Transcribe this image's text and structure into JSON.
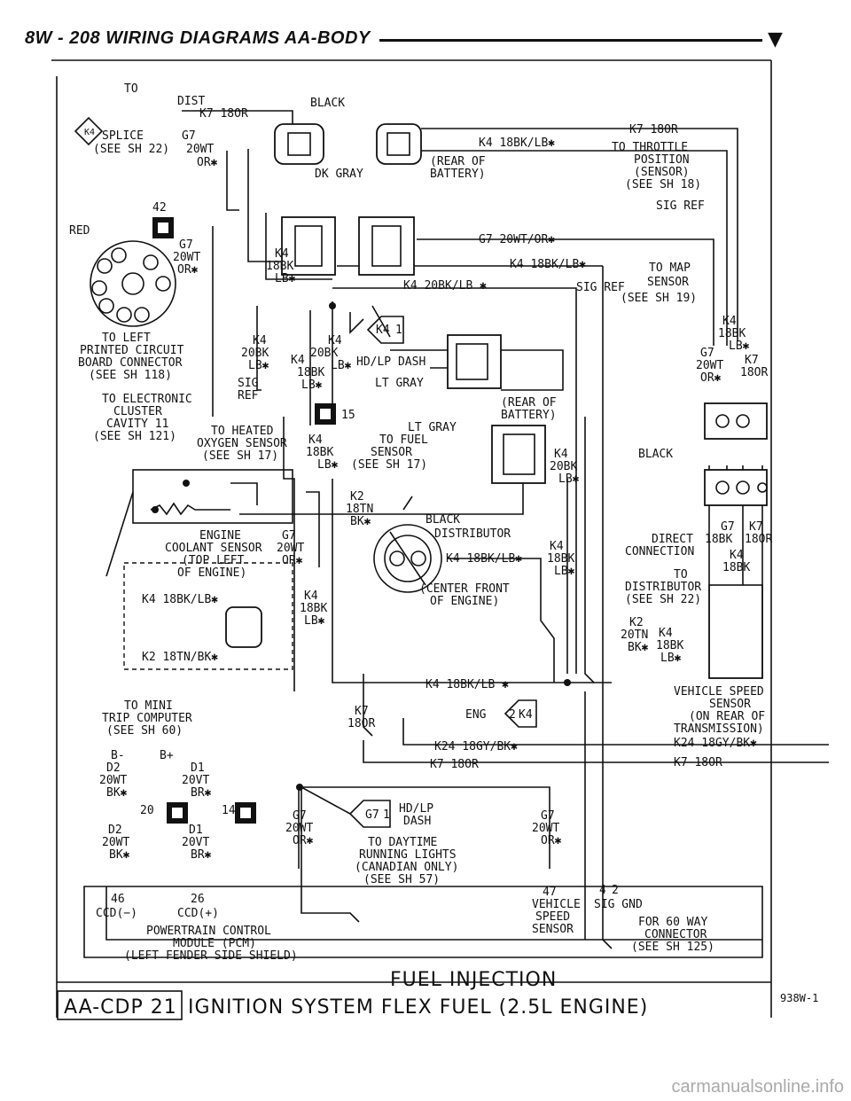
{
  "header": {
    "title": "8W - 208   WIRING DIAGRAMS AA-BODY"
  },
  "labels": {
    "to": "TO",
    "dist": "DIST",
    "k7_18or_top": "K7 18OR",
    "black_top": "BLACK",
    "splice": "SPLICE",
    "see_sh22": "(SEE SH 22)",
    "g7_a": "G7",
    "wt20_a": "20WT",
    "or_a": "OR✱",
    "k4_18bklb_top": "K4 18BK/LB✱",
    "k7_18or_right": "K7 18OR",
    "to_throttle": "TO THROTTLE",
    "position": "POSITION",
    "sensor_p": "(SENSOR)",
    "see_sh18": "(SEE SH 18)",
    "rear_of": "(REAR OF",
    "battery": "BATTERY)",
    "dk_gray": "DK GRAY",
    "sig_ref_a": "SIG REF",
    "n42": "42",
    "g7_20wt_or": "G7 20WT/OR✱",
    "red": "RED",
    "g7_b": "G7",
    "wt20_b": "20WT",
    "or_b": "OR✱",
    "k4_l": "K4",
    "bk18_l": "18BK",
    "lb_l": "LB✱",
    "k4_18bklb_mid": "K4 18BK/LB✱",
    "k4_20bklb": "K4 20BK/LB ✱",
    "to_map": "TO MAP",
    "sig_ref_b": "SIG REF",
    "sensor_b": "SENSOR",
    "see_sh19": "(SEE SH 19)",
    "k4_r": "K4",
    "bk18_r": "18BK",
    "lb_r": "LB✱",
    "to_left": "TO LEFT",
    "printed": "PRINTED CIRCUIT",
    "board": "BOARD CONNECTOR",
    "see_sh118": "(SEE SH 118)",
    "k4_c": "K4",
    "bk20_c": "20BK",
    "lb_c": "LB✱",
    "k4_d": "K4",
    "bk20_d": "20BK",
    "k4_e": "K4",
    "bk18_e": "18BK",
    "lb_e": "LB✱",
    "lb_e2": "LB✱",
    "k4_1": "K4",
    "one": "1",
    "hdlp_dash": "HD/LP DASH",
    "lt_gray_a": "LT GRAY",
    "g7_c": "G7",
    "wt20_c": "20WT",
    "or_c": "OR✱",
    "k7_c": "K7",
    "or18_c": "18OR",
    "sig": "SIG",
    "ref": "REF",
    "to_electronic": "TO ELECTRONIC",
    "cluster": "CLUSTER",
    "cavity11": "CAVITY 11",
    "see_sh121": "(SEE SH 121)",
    "n15": "15",
    "rear_of2": "(REAR OF",
    "battery2": "BATTERY)",
    "lt_gray_b": "LT GRAY",
    "black_r": "BLACK",
    "to_heated": "TO HEATED",
    "oxygen": "OXYGEN SENSOR",
    "see_sh17a": "(SEE SH 17)",
    "k4_f": "K4",
    "to_fuel": "TO FUEL",
    "bk18_f": "18BK",
    "sensor_f": "SENSOR",
    "lb_f": "LB✱",
    "see_sh17b": "(SEE SH 17)",
    "k4_g": "K4",
    "bk20_g": "20BK",
    "lb_g": "LB✱",
    "k2": "K2",
    "tn18": "18TN",
    "bk_k2": "BK✱",
    "black_d": "BLACK",
    "distributor": "DISTRIBUTOR",
    "k4_18bklb_d": "K4 18BK/LB✱",
    "k4_h": "K4",
    "bk18_h": "18BK",
    "lb_h": "LB✱",
    "engine": "ENGINE",
    "coolant": "COOLANT SENSOR",
    "top_left": "(TOP LEFT",
    "of_engine": "OF ENGINE)",
    "g7_d": "G7",
    "wt20_d": "20WT",
    "or_d": "OR✱",
    "center_front": "(CENTER FRONT",
    "of_engine2": "OF ENGINE)",
    "g7_e": "G7",
    "bk18_e2": "18BK",
    "k7_e": "K7",
    "or18_e": "18OR",
    "direct": "DIRECT",
    "connection": "CONNECTION",
    "k4_i": "K4",
    "bk18_i": "18BK",
    "to2": "TO",
    "distributor2": "DISTRIBUTOR",
    "see_sh22b": "(SEE SH 22)",
    "k4_18bklb_box": "K4 18BK/LB✱",
    "k4_j": "K4",
    "bk18_j": "18BK",
    "lb_j": "LB✱",
    "k2_box": "K2 18TN/BK✱",
    "k2_b": "K2",
    "tn20": "20TN",
    "bk_b": "BK✱",
    "k4_k": "K4",
    "bk18_k": "18BK",
    "lb_k": "LB✱",
    "k4_18bklb_low": "K4 18BK/LB ✱",
    "to_mini": "TO MINI",
    "trip": "TRIP COMPUTER",
    "see_sh60": "(SEE SH 60)",
    "k7_m": "K7",
    "or18_m": "18OR",
    "eng": "ENG",
    "n2": "2",
    "k4_eng": "K4",
    "vehicle_speed": "VEHICLE SPEED",
    "sensor_v": "SENSOR",
    "on_rear": "(ON REAR OF",
    "transmission": "TRANSMISSION)",
    "k24_a": "K24 18GY/BK✱",
    "k24_b": "K24 18GY/BK✱",
    "k7_18or_a": "K7 18OR",
    "k7_18or_b": "K7 18OR",
    "b_minus": "B-",
    "b_plus": "B+",
    "d2_a": "D2",
    "d1_a": "D1",
    "wt20_p": "20WT",
    "vt20_p": "20VT",
    "bk_p": "BK✱",
    "br_p": "BR✱",
    "n20": "20",
    "n14": "14",
    "d2_b": "D2",
    "d1_b": "D1",
    "wt20_q": "20WT",
    "vt20_q": "20VT",
    "bk_q": "BK✱",
    "br_q": "BR✱",
    "g7_f": "G7",
    "wt20_f": "20WT",
    "or_f": "OR✱",
    "g7_1": "G7",
    "one_b": "1",
    "hdlp": "HD/LP",
    "dash": "DASH",
    "g7_g": "G7",
    "wt20_g": "20WT",
    "or_g": "OR✱",
    "to_daytime": "TO DAYTIME",
    "running": "RUNNING LIGHTS",
    "canadian": "(CANADIAN ONLY)",
    "see_sh57": "(SEE SH 57)",
    "n46": "46",
    "n26": "26",
    "ccd_minus": "CCD(−)",
    "ccd_plus": "CCD(+)",
    "pcm1": "POWERTRAIN CONTROL",
    "pcm2": "MODULE (PCM)",
    "pcm3": "(LEFT FENDER SIDE SHIELD)",
    "n47": "47",
    "vehicle": "VEHICLE",
    "speed": "SPEED",
    "sensor_pcm": "SENSOR",
    "n4": "4",
    "n2b": "2",
    "sig_gnd": "SIG GND",
    "for60": "FOR 60 WAY",
    "connector": "CONNECTOR",
    "see_sh125": "(SEE SH 125)"
  },
  "footer": {
    "line1": "FUEL INJECTION",
    "code": "AA-CDP 21",
    "line2": "IGNITION SYSTEM FLEX FUEL (2.5L ENGINE)",
    "figure_id": "938W-1"
  },
  "watermark": "carmanualsonline.info"
}
